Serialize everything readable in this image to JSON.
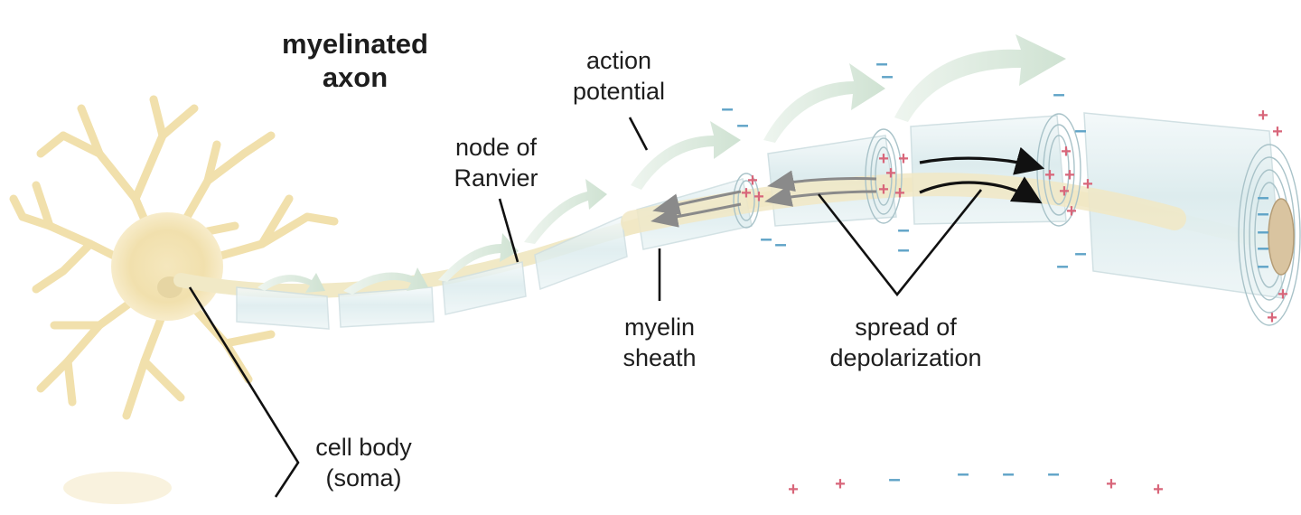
{
  "title": {
    "line1": "myelinated",
    "line2": "axon"
  },
  "labels": {
    "action_potential": {
      "line1": "action",
      "line2": "potential"
    },
    "node_of_ranvier": {
      "line1": "node of",
      "line2": "Ranvier"
    },
    "myelin_sheath": {
      "line1": "myelin",
      "line2": "sheath"
    },
    "spread_of_depolarization": {
      "line1": "spread of",
      "line2": "depolarization"
    },
    "cell_body": {
      "line1": "cell body",
      "line2": "(soma)"
    }
  },
  "charge_symbols": {
    "positive": "+",
    "negative": "–"
  },
  "colors": {
    "positive_charge": "#d8667a",
    "negative_charge": "#5fa3c7",
    "soma": "#f3e3b2",
    "axon_core": "#f1e9c6",
    "myelin": "#e3f0f1",
    "action_potential_arrow": "#cfe3d3"
  }
}
